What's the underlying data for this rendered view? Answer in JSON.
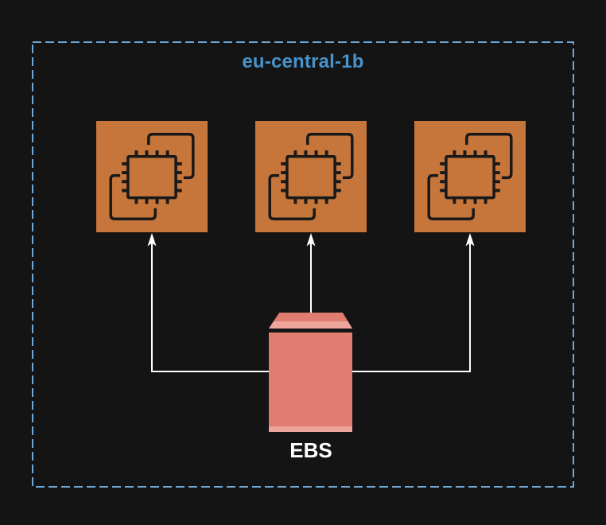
{
  "diagram": {
    "zone_label": "eu-central-1b",
    "ebs_label": "EBS",
    "nodes": [
      {
        "id": "ec2-1",
        "type": "ec2-instance",
        "icon": "ec2-chip-icon"
      },
      {
        "id": "ec2-2",
        "type": "ec2-instance",
        "icon": "ec2-chip-icon"
      },
      {
        "id": "ec2-3",
        "type": "ec2-instance",
        "icon": "ec2-chip-icon"
      },
      {
        "id": "ebs",
        "type": "ebs-volume",
        "icon": "ebs-volume-shape",
        "label": "EBS"
      }
    ],
    "edges": [
      {
        "from": "ebs",
        "to": "ec2-1",
        "style": "elbow",
        "arrowhead": "up"
      },
      {
        "from": "ebs",
        "to": "ec2-2",
        "style": "straight",
        "arrowhead": "up"
      },
      {
        "from": "ebs",
        "to": "ec2-3",
        "style": "elbow",
        "arrowhead": "up"
      }
    ],
    "colors": {
      "background": "#141414",
      "zone_border": "#6FA8D6",
      "zone_label": "#4793CB",
      "ec2_fill": "#C6763A",
      "icon_stroke": "#191919",
      "ebs_fill": "#E07D70",
      "ebs_highlight": "#ECA49B",
      "connector": "#FFFFFF",
      "label_text": "#FFFFFF"
    }
  }
}
